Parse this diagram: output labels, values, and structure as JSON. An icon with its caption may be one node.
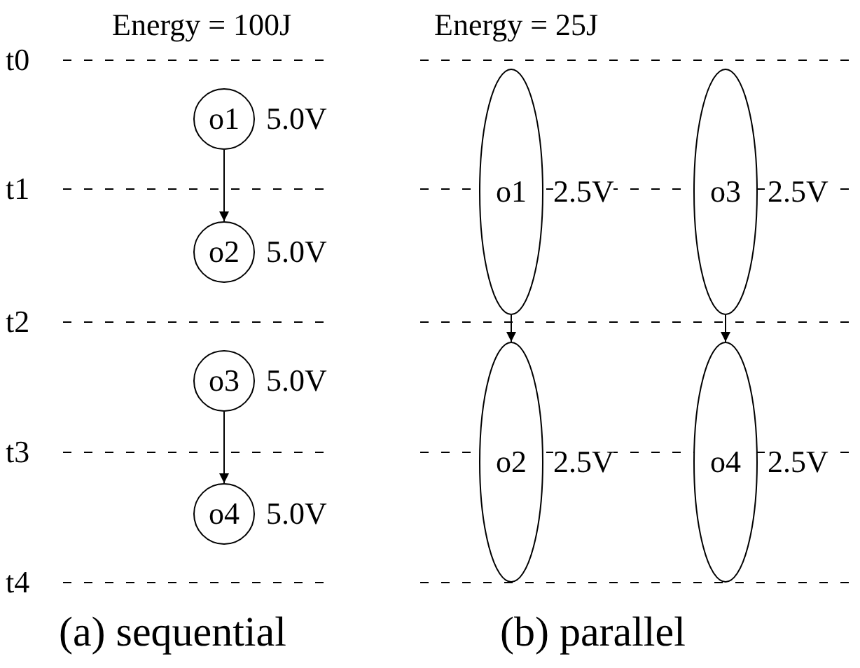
{
  "diagram": {
    "nodes": [
      {
        "text": [
          "o1"
        ],
        "beside": [
          "5.0V"
        ]
      },
      {
        "text": [
          "o2"
        ],
        "beside": [
          "5.0V"
        ]
      },
      {
        "text": [
          "o3"
        ],
        "beside": [
          "5.0V"
        ]
      },
      {
        "text": [
          "o4"
        ],
        "beside": [
          "5.0V"
        ]
      },
      {
        "text": [
          "o1"
        ],
        "beside": [
          "2.5V"
        ]
      },
      {
        "text": [
          "o3"
        ],
        "beside": [
          "2.5V"
        ]
      },
      {
        "text": [
          "o2"
        ],
        "beside": [
          "2.5V"
        ]
      },
      {
        "text": [
          "o4"
        ],
        "beside": [
          "2.5V"
        ]
      }
    ],
    "edges": [
      {
        "from": 0,
        "to": 1,
        "arrow": "to"
      },
      {
        "from": 2,
        "to": 3,
        "arrow": "to"
      },
      {
        "from": 4,
        "to": 6,
        "arrow": "to"
      },
      {
        "from": 5,
        "to": 7,
        "arrow": "to"
      }
    ],
    "labels": [
      "Energy = 100J",
      "Energy = 25J",
      "t0",
      "t1",
      "t2",
      "t3",
      "t4",
      "(a) sequential",
      "(b) parallel"
    ]
  }
}
